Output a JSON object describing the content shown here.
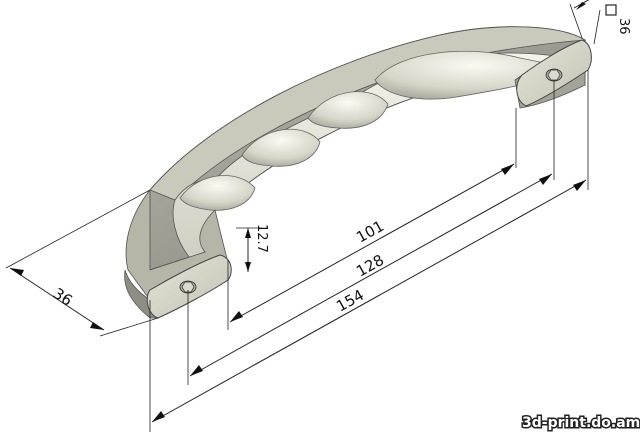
{
  "dimensions": {
    "inner_span": "101",
    "hole_spacing": "128",
    "overall_length": "154",
    "width": "36",
    "height": "12.7",
    "section_size": "36",
    "section_symbol": "square"
  },
  "watermark": "3d-print.do.am"
}
